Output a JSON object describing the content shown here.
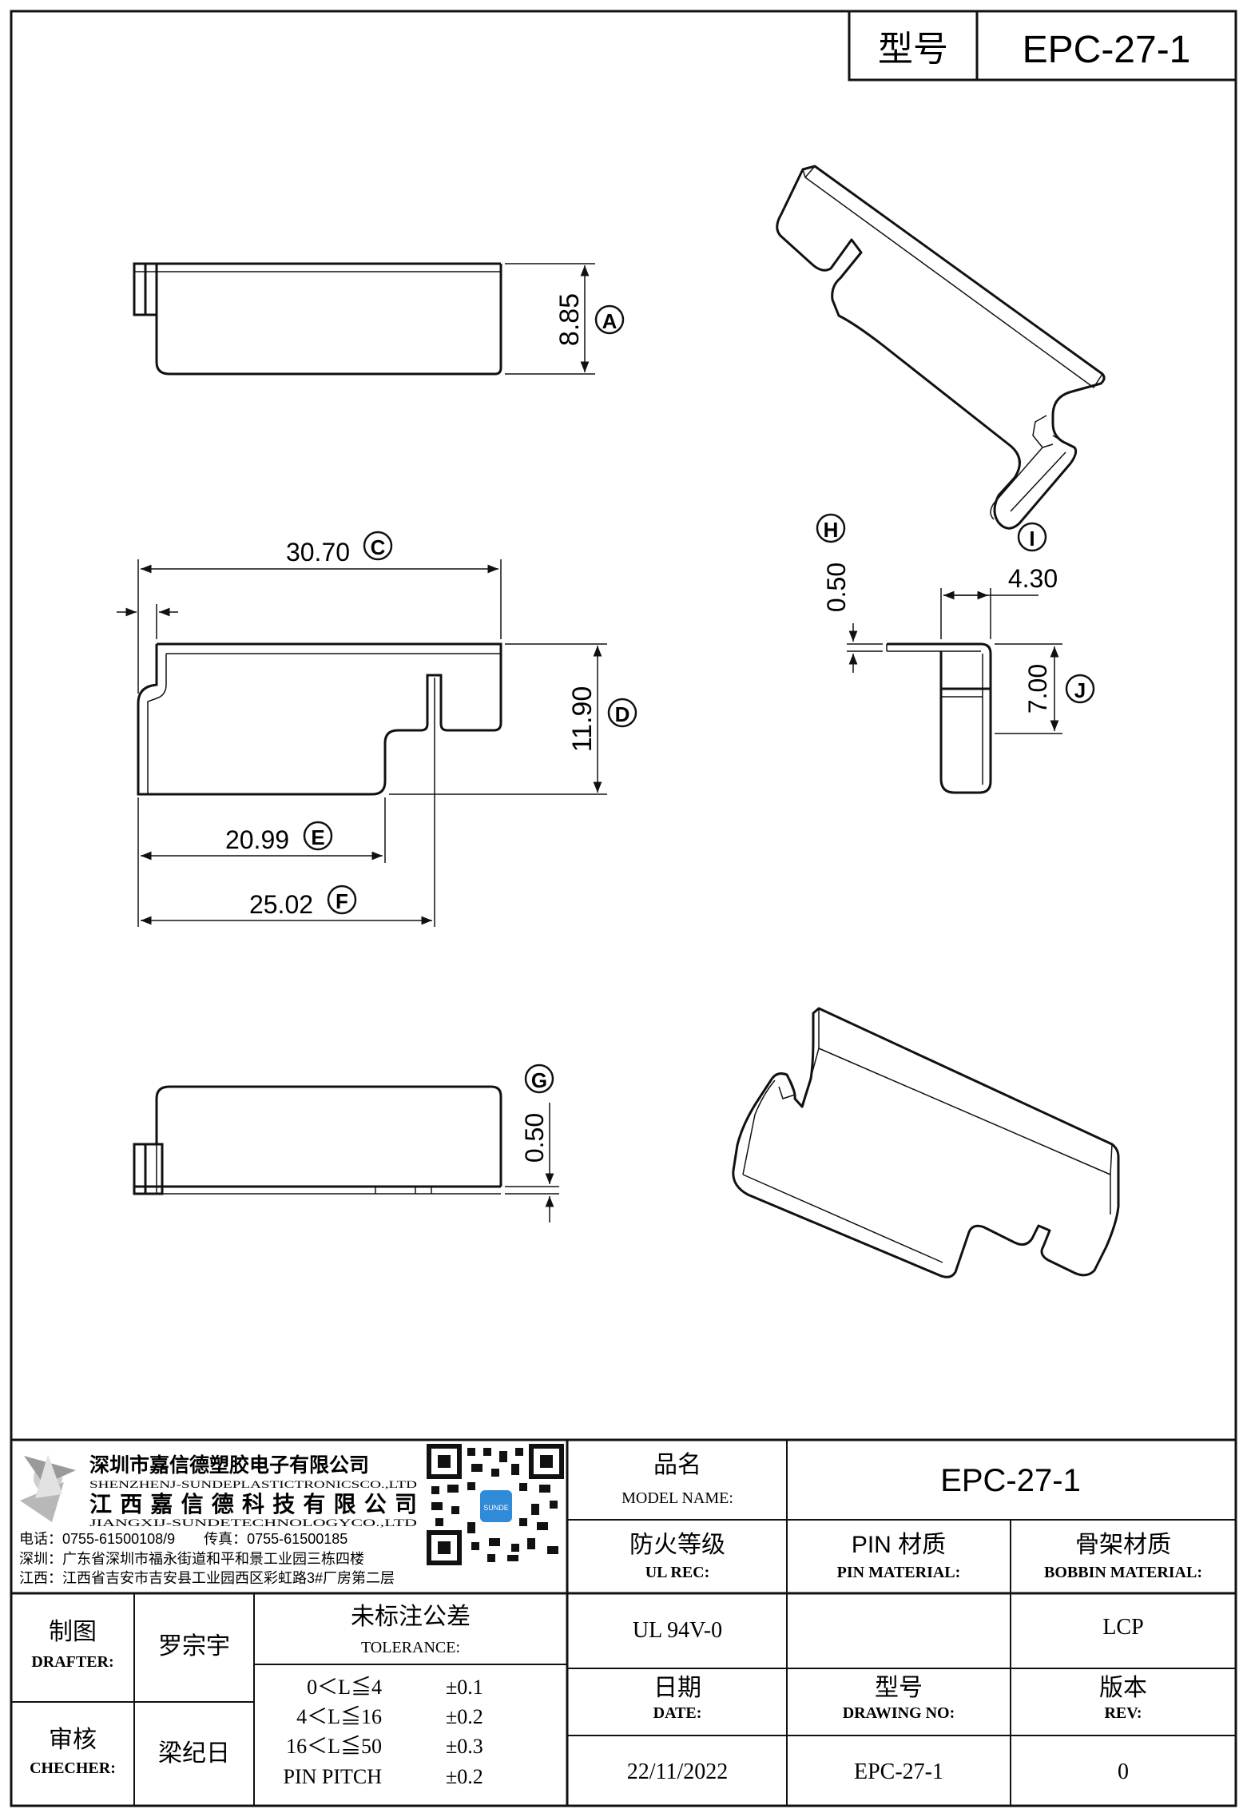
{
  "header": {
    "model_label": "型号",
    "model_value": "EPC-27-1"
  },
  "drawing": {
    "top_view": {
      "dim": "8.85",
      "tag": "A"
    },
    "front_view": {
      "dim_c": "30.70",
      "tag_c": "C",
      "dim_d": "11.90",
      "tag_d": "D",
      "dim_e": "20.99",
      "tag_e": "E",
      "dim_f": "25.02",
      "tag_f": "F"
    },
    "bottom_view": {
      "dim": "0.50",
      "tag": "G"
    },
    "side_view": {
      "dim_h": "0.50",
      "tag_h": "H",
      "dim_w": "4.30",
      "dim_j": "7.00",
      "tag_j": "J"
    },
    "iso_tag": "I"
  },
  "company": {
    "name_cn_1": "深圳市嘉信德塑胶电子有限公司",
    "name_en_1": "SHENZHENJ-SUNDEPLASTICTRONICSCO.,LTD",
    "name_cn_2": "江西嘉信德科技有限公司",
    "name_en_2": "JIANGXIJ-SUNDETECHNOLOGYCO.,LTD",
    "phone_line": "电话：0755-61500108/9　　传真：0755-61500185",
    "addr_sz": "深圳：广东省深圳市福永街道和平和景工业园三栋四楼",
    "addr_jx": "江西：江西省吉安市吉安县工业园西区彩虹路3#厂房第二层"
  },
  "titleblock": {
    "model_name_cn": "品名",
    "model_name_en": "MODEL NAME:",
    "model_name_value": "EPC-27-1",
    "ul_cn": "防火等级",
    "ul_en": "UL REC:",
    "ul_value": "UL 94V-0",
    "pin_cn": "PIN 材质",
    "pin_en": "PIN MATERIAL:",
    "pin_value": "",
    "bobbin_cn": "骨架材质",
    "bobbin_en": "BOBBIN MATERIAL:",
    "bobbin_value": "LCP",
    "drafter_cn": "制图",
    "drafter_en": "DRAFTER:",
    "drafter_value": "罗宗宇",
    "checker_cn": "审核",
    "checker_en": "CHECHER:",
    "checker_value": "梁纪日",
    "tolerance_cn": "未标注公差",
    "tolerance_en": "TOLERANCE:",
    "tolerance_rows": [
      {
        "range": "0＜L≦4",
        "value": "±0.1"
      },
      {
        "range": "4＜L≦16",
        "value": "±0.2"
      },
      {
        "range": "16＜L≦50",
        "value": "±0.3"
      },
      {
        "range": "PIN PITCH",
        "value": "±0.2"
      }
    ],
    "date_cn": "日期",
    "date_en": "DATE:",
    "date_value": "22/11/2022",
    "drawing_no_cn": "型号",
    "drawing_no_en": "DRAWING NO:",
    "drawing_no_value": "EPC-27-1",
    "rev_cn": "版本",
    "rev_en": "REV:",
    "rev_value": "0"
  }
}
